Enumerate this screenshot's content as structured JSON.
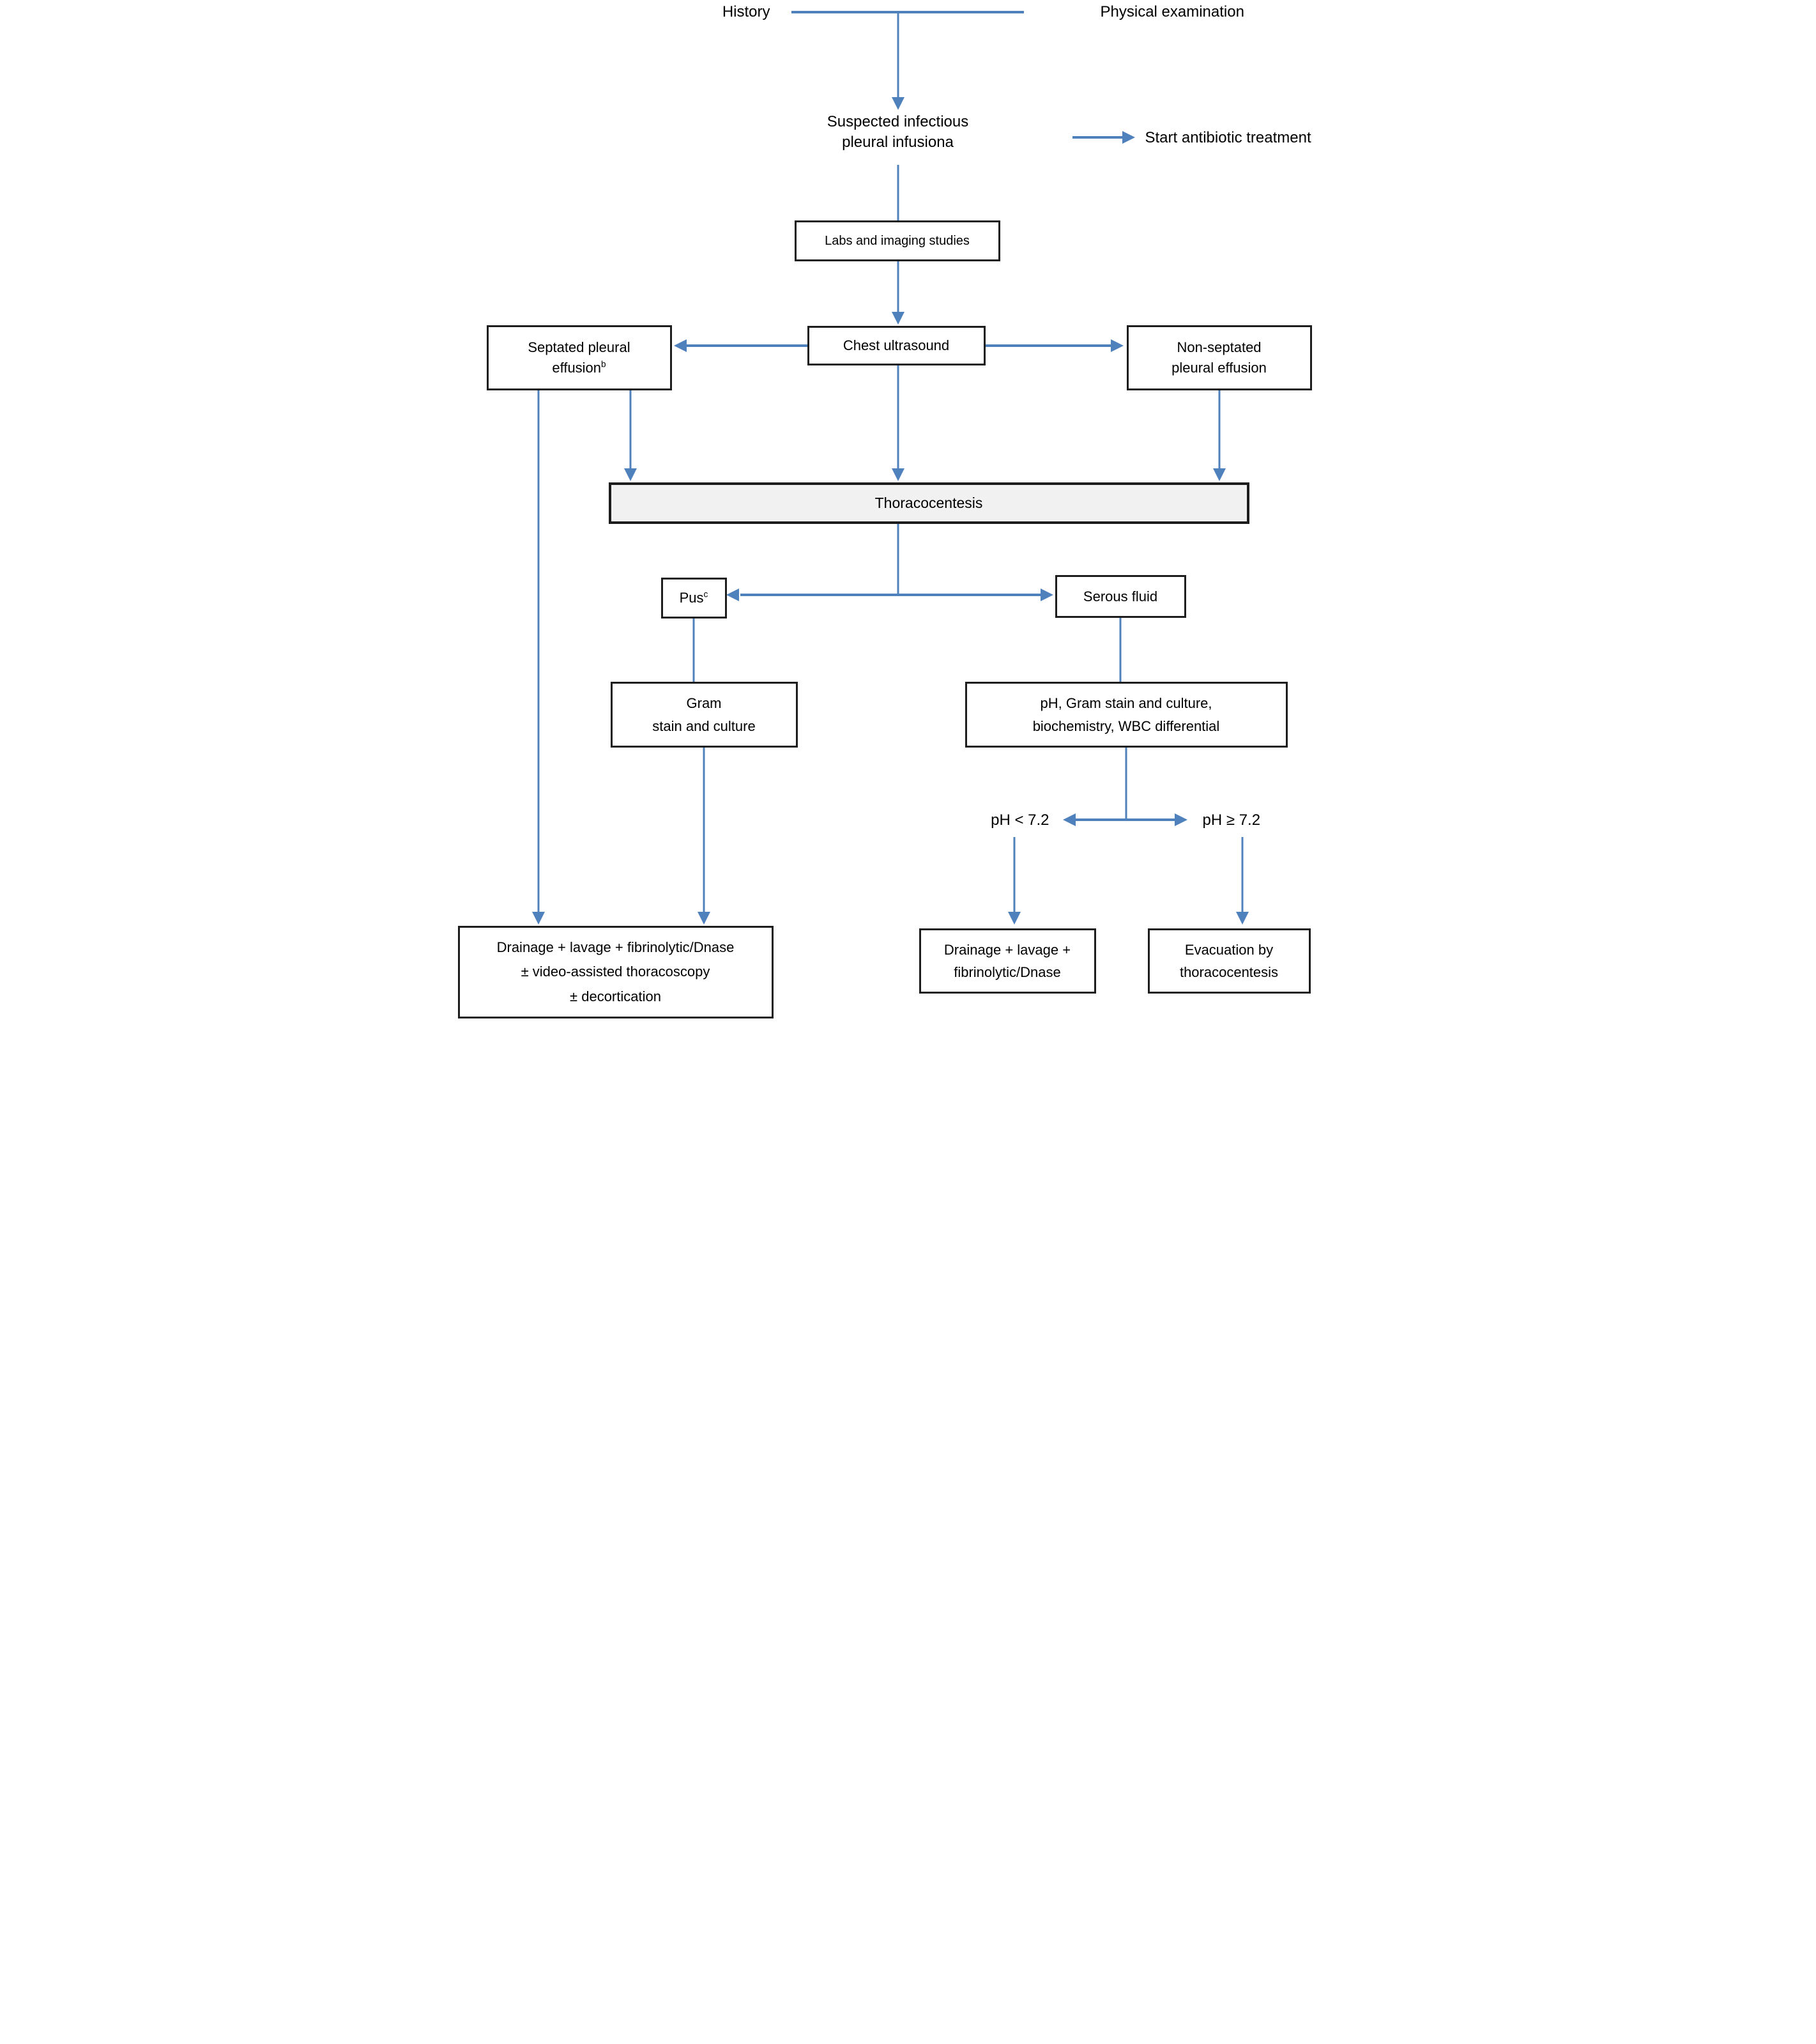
{
  "colors": {
    "arrow": "#4f81bd",
    "box_border": "#1d1d1d",
    "thoracocentesis_fill": "#f1f1f1"
  },
  "nodes": {
    "history": "History",
    "physical_examination": "Physical examination",
    "suspected": {
      "line1": "Suspected infectious",
      "line2": "pleural infusiona"
    },
    "start_antibiotic": "Start antibiotic treatment",
    "labs": "Labs and imaging studies",
    "chest_ultrasound": "Chest ultrasound",
    "septated": {
      "line1": "Septated pleural",
      "line2_base": "effusion",
      "line2_sup": "b"
    },
    "non_septated": {
      "line1": "Non-septated",
      "line2": "pleural effusion"
    },
    "thoracocentesis": "Thoracocentesis",
    "pus": {
      "base": "Pus",
      "sup": "c"
    },
    "serous_fluid": "Serous fluid",
    "gram": {
      "line1": "Gram",
      "line2": "stain and culture"
    },
    "ph_panel": {
      "line1": "pH, Gram stain and culture,",
      "line2": "biochemistry, WBC differential"
    },
    "ph_low": "pH < 7.2",
    "ph_high": "pH ≥ 7.2",
    "drainage_full": {
      "line1": "Drainage + lavage + fibrinolytic/Dnase",
      "line2": "± video-assisted thoracoscopy",
      "line3": "± decortication"
    },
    "drainage_short": {
      "line1": "Drainage + lavage +",
      "line2": "fibrinolytic/Dnase"
    },
    "evacuation": {
      "line1": "Evacuation by",
      "line2": "thoracocentesis"
    }
  }
}
